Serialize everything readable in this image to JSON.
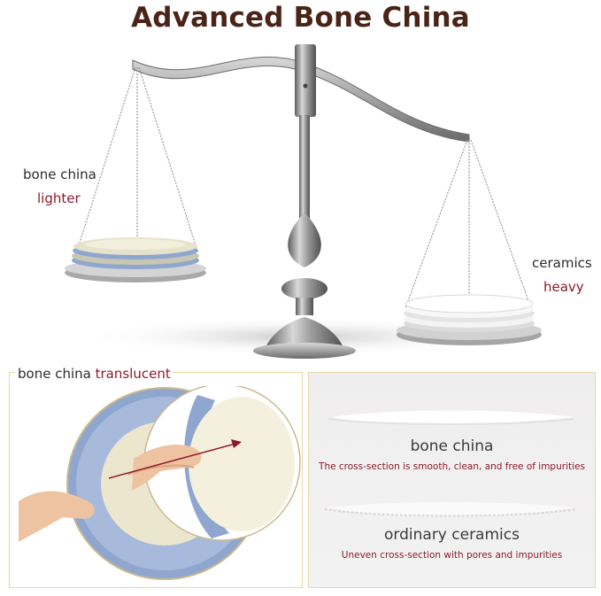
{
  "title": "Advanced Bone China",
  "scale": {
    "left_label": "bone china",
    "left_value": "lighter",
    "right_label": "ceramics",
    "right_value": "heavy"
  },
  "translucency": {
    "label": "bone china",
    "value": "translucent"
  },
  "comparison": {
    "bone_china": {
      "title": "bone china",
      "caption": "The cross-section is smooth, clean, and free of impurities"
    },
    "ordinary": {
      "title": "ordinary ceramics",
      "caption": "Uneven cross-section with pores and impurities"
    }
  },
  "colors": {
    "title": "#4a2517",
    "accent": "#8b1a2b",
    "plate_rim": "#8fa7cf"
  }
}
